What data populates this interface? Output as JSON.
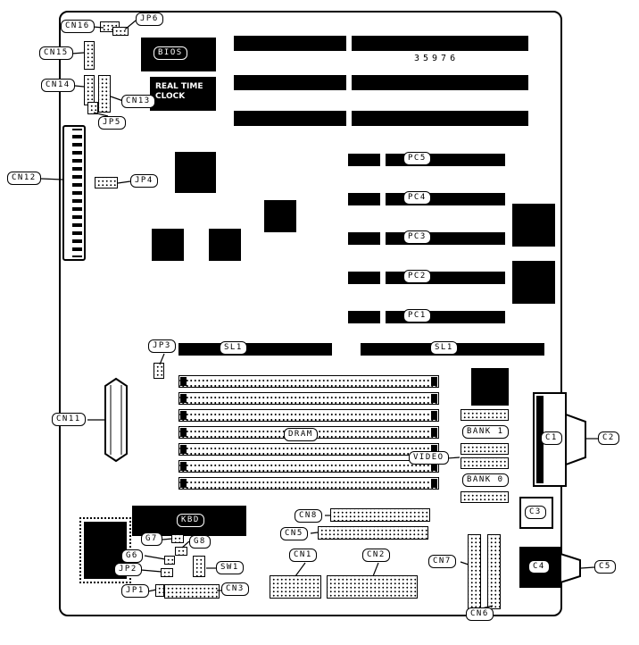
{
  "diagram": {
    "part_number": "35976",
    "labels": {
      "cn16": "CN16",
      "jp6": "JP6",
      "cn15": "CN15",
      "cn14": "CN14",
      "cn13": "CN13",
      "jp5": "JP5",
      "bios": "BIOS",
      "rtc_line1": "REAL TIME",
      "rtc_line2": "CLOCK",
      "cn12": "CN12",
      "jp4": "JP4",
      "pc5": "PC5",
      "pc4": "PC4",
      "pc3": "PC3",
      "pc2": "PC2",
      "pc1": "PC1",
      "jp3": "JP3",
      "sl1_left": "SL1",
      "sl1_right": "SL1",
      "cn11": "CN11",
      "dram": "DRAM",
      "video": "VIDEO",
      "bank1": "BANK 1",
      "bank0": "BANK 0",
      "c1": "C1",
      "c2": "C2",
      "c3": "C3",
      "c4": "C4",
      "c5": "C5",
      "kbd": "KBD",
      "cn8": "CN8",
      "cn5": "CN5",
      "g6": "G6",
      "g7": "G7",
      "g8": "G8",
      "jp2": "JP2",
      "sw1": "SW1",
      "jp1": "JP1",
      "cn3": "CN3",
      "cn1": "CN1",
      "cn2": "CN2",
      "cn7": "CN7",
      "cn6": "CN6"
    }
  }
}
